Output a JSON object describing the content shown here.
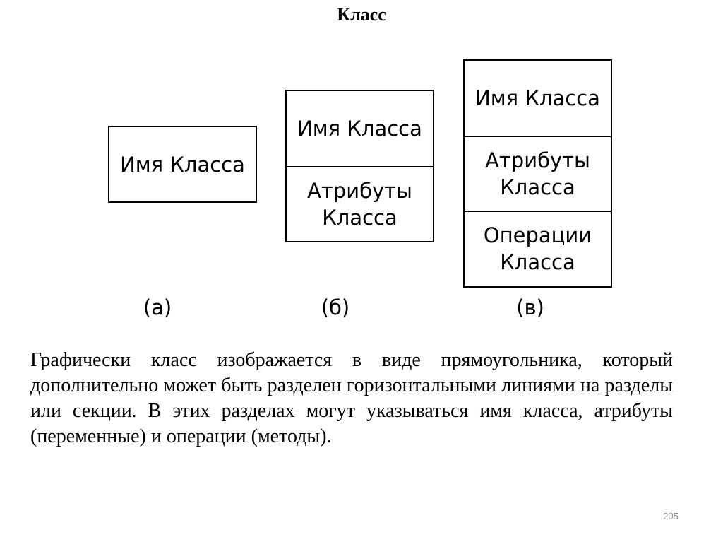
{
  "slide": {
    "title": "Класс",
    "page_number": "205"
  },
  "diagrams": {
    "a": {
      "label": "(a)",
      "sections": [
        "Имя Класса"
      ]
    },
    "b": {
      "label": "(б)",
      "sections": [
        "Имя Класса",
        "Атрибуты\nКласса"
      ]
    },
    "c": {
      "label": "(в)",
      "sections": [
        "Имя Класса",
        "Атрибуты\nКласса",
        "Операции\nКласса"
      ]
    }
  },
  "description": "Графически класс изображается в виде прямоугольника, который дополнительно может быть разделен горизонтальными линиями на разделы или секции. В этих разделах могут указываться имя класса, атрибуты (переменные) и операции (методы).",
  "colors": {
    "text": "#000000",
    "background": "#ffffff",
    "page_number": "#8c8c8c"
  }
}
